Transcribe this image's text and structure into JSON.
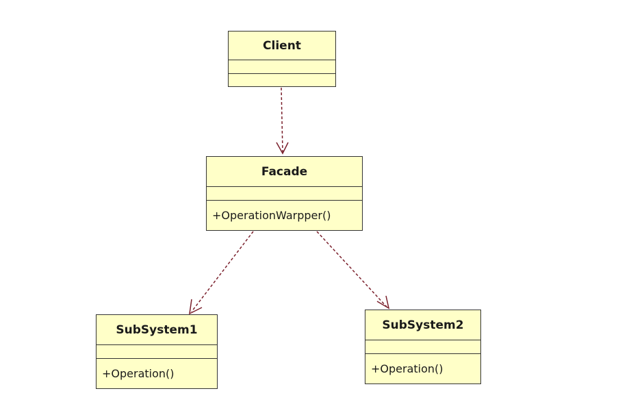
{
  "classes": {
    "client": {
      "name": "Client",
      "operations": ""
    },
    "facade": {
      "name": "Facade",
      "operations": "+OperationWarpper()"
    },
    "subsystem1": {
      "name": "SubSystem1",
      "operations": "+Operation()"
    },
    "subsystem2": {
      "name": "SubSystem2",
      "operations": "+Operation()"
    }
  },
  "relationships": [
    {
      "from": "Client",
      "to": "Facade",
      "type": "dependency"
    },
    {
      "from": "Facade",
      "to": "SubSystem1",
      "type": "dependency"
    },
    {
      "from": "Facade",
      "to": "SubSystem2",
      "type": "dependency"
    }
  ],
  "colors": {
    "class_fill": "#ffffc8",
    "class_border": "#333333",
    "dependency_line": "#7a1f2b"
  }
}
